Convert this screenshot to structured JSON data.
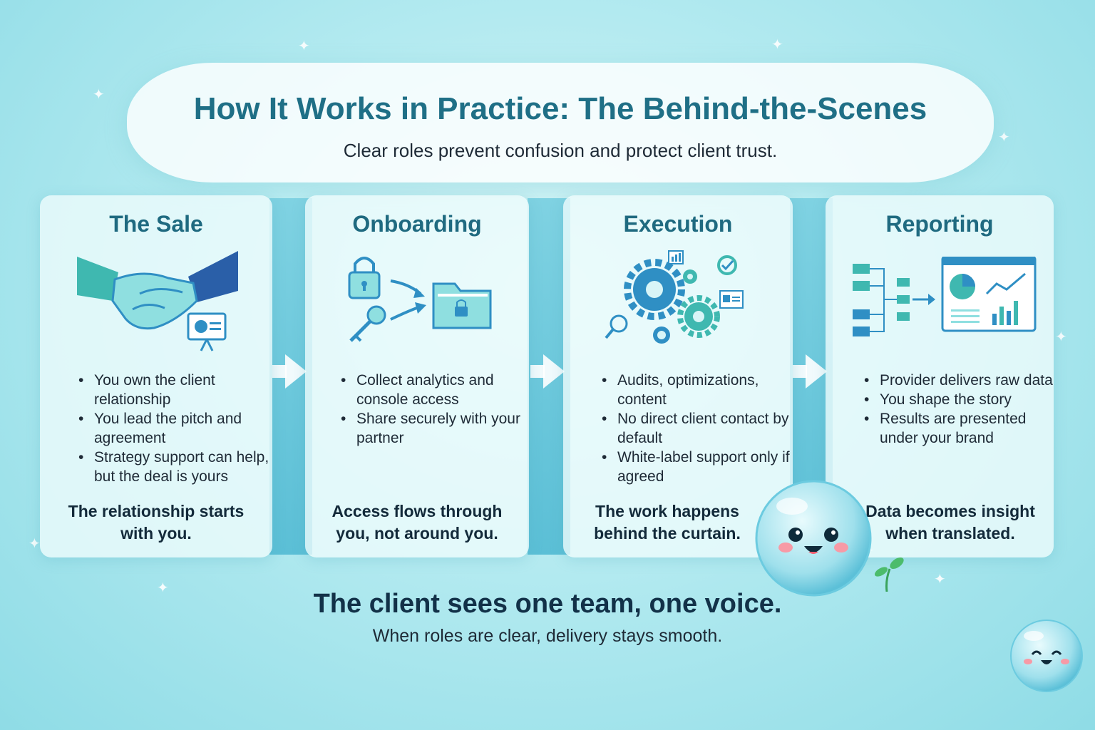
{
  "header": {
    "title": "How It Works in Practice: The Behind-the-Scenes",
    "subtitle": "Clear roles prevent confusion and protect client trust."
  },
  "steps": [
    {
      "title": "The Sale",
      "icon": "handshake-icon",
      "bullets": [
        "You own the client relationship",
        "You lead the pitch and agreement",
        "Strategy support can help, but the deal is yours"
      ],
      "tagline": "The relationship starts with you."
    },
    {
      "title": "Onboarding",
      "icon": "lock-key-folder-icon",
      "bullets": [
        "Collect analytics and console access",
        "Share securely with your partner"
      ],
      "tagline": "Access flows through you, not around you."
    },
    {
      "title": "Execution",
      "icon": "gears-icon",
      "bullets": [
        "Audits, optimizations, content",
        "No direct client contact by default",
        "White-label support only if agreed"
      ],
      "tagline": "The work happens behind the curtain."
    },
    {
      "title": "Reporting",
      "icon": "data-dashboard-icon",
      "bullets": [
        "Provider delivers raw data",
        "You shape the story",
        "Results are presented under your brand"
      ],
      "tagline": "Data becomes insight when translated."
    }
  ],
  "footer": {
    "title": "The client sees one team, one voice.",
    "subtitle": "When roles are clear, delivery stays smooth."
  },
  "colors": {
    "accent": "#1f6f86",
    "icon_teal": "#3fb8b0",
    "icon_blue": "#2f8fc4",
    "background": "#b3eaf0"
  }
}
